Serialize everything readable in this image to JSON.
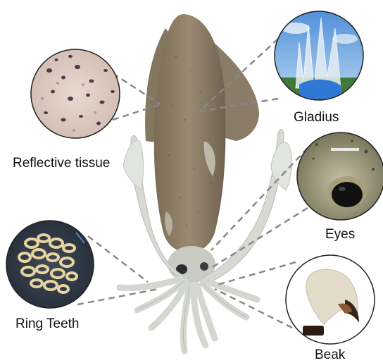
{
  "labels": {
    "reflective_tissue": "Reflective tissue",
    "gladius": "Gladius",
    "eyes": "Eyes",
    "ring_teeth": "Ring Teeth",
    "beak": "Beak"
  },
  "colors": {
    "connector": "#888888",
    "callout_border": "#222222",
    "mantle": "#8a7a62",
    "tentacle": "#d9ddd6",
    "sky": "#7fb3e6",
    "beak_tip": "#3a2416"
  }
}
